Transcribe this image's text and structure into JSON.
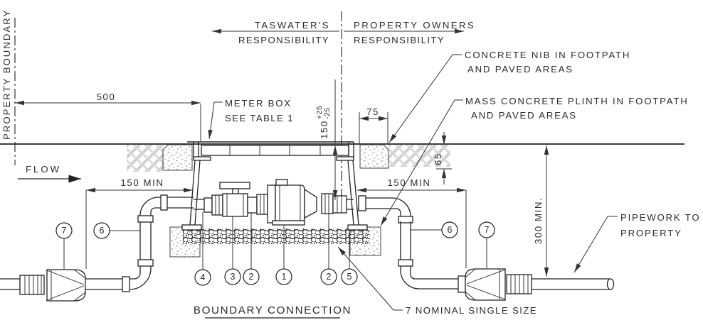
{
  "drawing": {
    "title": "BOUNDARY CONNECTION",
    "property_boundary_label": "PROPERTY BOUNDARY",
    "flow_label": "FLOW",
    "responsibility_left": {
      "line1": "TASWATER'S",
      "line2": "RESPONSIBILITY"
    },
    "responsibility_right": {
      "line1": "PROPERTY OWNERS",
      "line2": "RESPONSIBILITY"
    },
    "callout_meter_box": {
      "line1": "METER BOX",
      "line2": "SEE TABLE 1"
    },
    "callout_concrete_nib": {
      "line1": "CONCRETE NIB IN FOOTPATH",
      "line2": "AND PAVED AREAS"
    },
    "callout_mass_plinth": {
      "line1": "MASS CONCRETE PLINTH IN FOOTPATH",
      "line2": "AND PAVED AREAS"
    },
    "callout_pipework": {
      "line1": "PIPEWORK TO",
      "line2": "PROPERTY"
    },
    "callout_gravel": "7 NOMINAL SINGLE SIZE",
    "dim_500": "500",
    "dim_75": "75",
    "dim_65": "65",
    "dim_150_min_left": "150 MIN",
    "dim_150_min_right": "150 MIN",
    "dim_300_min": "300 MIN.",
    "dim_depth": {
      "value": "150",
      "tol_plus": "+25",
      "tol_minus": "-25"
    },
    "balloons": {
      "left_7": "7",
      "left_6": "6",
      "b4": "4",
      "b3": "3",
      "b2a": "2",
      "b1": "1",
      "b2b": "2",
      "b5": "5",
      "right_6": "6",
      "right_7": "7"
    },
    "colors": {
      "line": "#222222",
      "dimension": "#333333",
      "hatch": "#d0d0d0",
      "stipple": "#8a8a8a",
      "background": "#ffffff"
    }
  }
}
